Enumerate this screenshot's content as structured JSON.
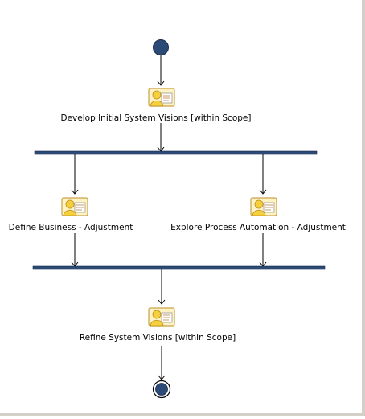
{
  "diagram": {
    "activities": {
      "develop": {
        "label": "Develop Initial System Visions [within Scope]",
        "icon": "activity-icon"
      },
      "define": {
        "label": "Define Business - Adjustment",
        "icon": "activity-icon"
      },
      "explore": {
        "label": "Explore Process Automation - Adjustment",
        "icon": "activity-icon"
      },
      "refine": {
        "label": "Refine System Visions [within Scope]",
        "icon": "activity-icon"
      }
    },
    "colors": {
      "node_fill": "#2b4a75",
      "bar_fill": "#2b4a75",
      "icon_board": "#fff3c4",
      "icon_border": "#c9a24a",
      "icon_person": "#f5d03c"
    }
  }
}
